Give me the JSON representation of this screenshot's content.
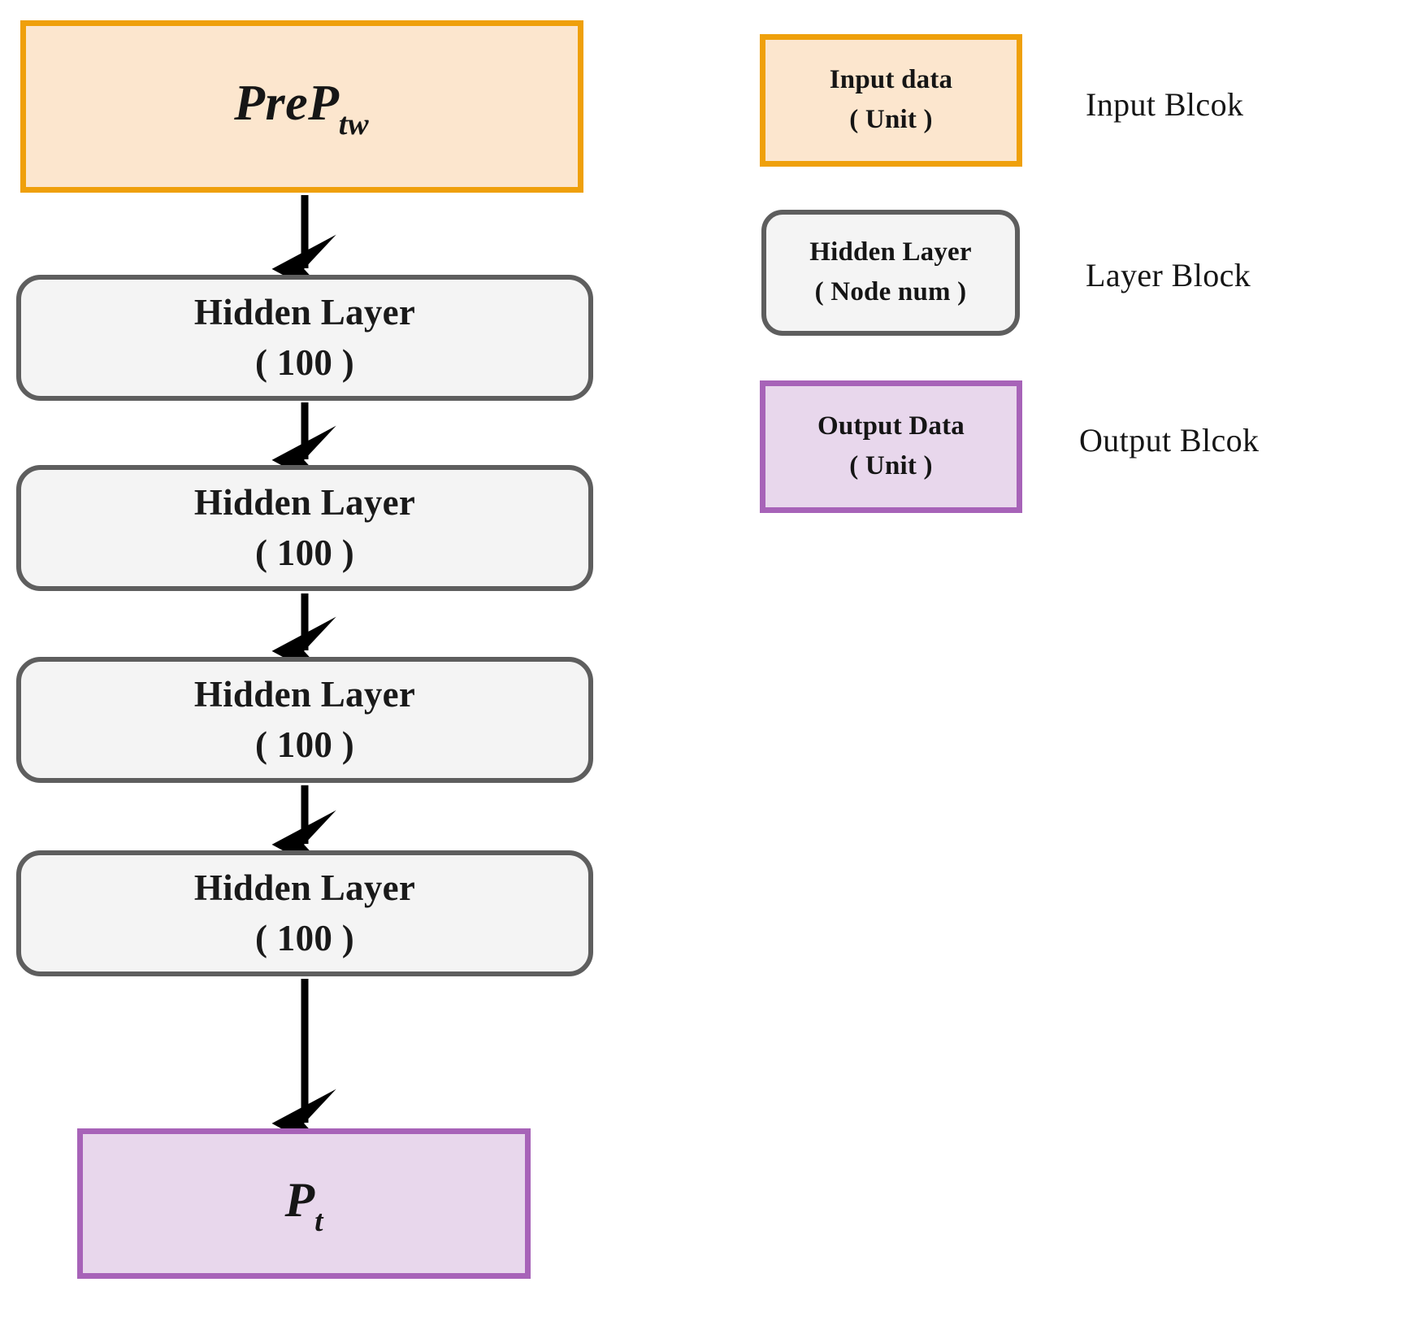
{
  "diagram": {
    "title": "Deep neural network architecture flow diagram",
    "colors": {
      "input_border": "#EFA00B",
      "input_fill": "#FCE6CE",
      "layer_border": "#5E5E5E",
      "layer_fill": "#F4F4F4",
      "output_border": "#A763B8",
      "output_fill": "#E8D7EC",
      "arrow": "#000000",
      "background": "#FFFFFF"
    }
  },
  "flow": {
    "input": {
      "symbol": "PreP",
      "subscript": "tw"
    },
    "hidden_layers": [
      {
        "name": "Hidden Layer",
        "nodes": "( 100 )"
      },
      {
        "name": "Hidden Layer",
        "nodes": "( 100 )"
      },
      {
        "name": "Hidden Layer",
        "nodes": "( 100 )"
      },
      {
        "name": "Hidden Layer",
        "nodes": "( 100 )"
      }
    ],
    "output": {
      "symbol": "P",
      "subscript": "t"
    }
  },
  "legend": {
    "items": [
      {
        "line1": "Input data",
        "line2": "( Unit )",
        "label": "Input Blcok"
      },
      {
        "line1": "Hidden Layer",
        "line2": "( Node num )",
        "label": "Layer Block"
      },
      {
        "line1": "Output Data",
        "line2": "( Unit )",
        "label": "Output Blcok"
      }
    ]
  }
}
